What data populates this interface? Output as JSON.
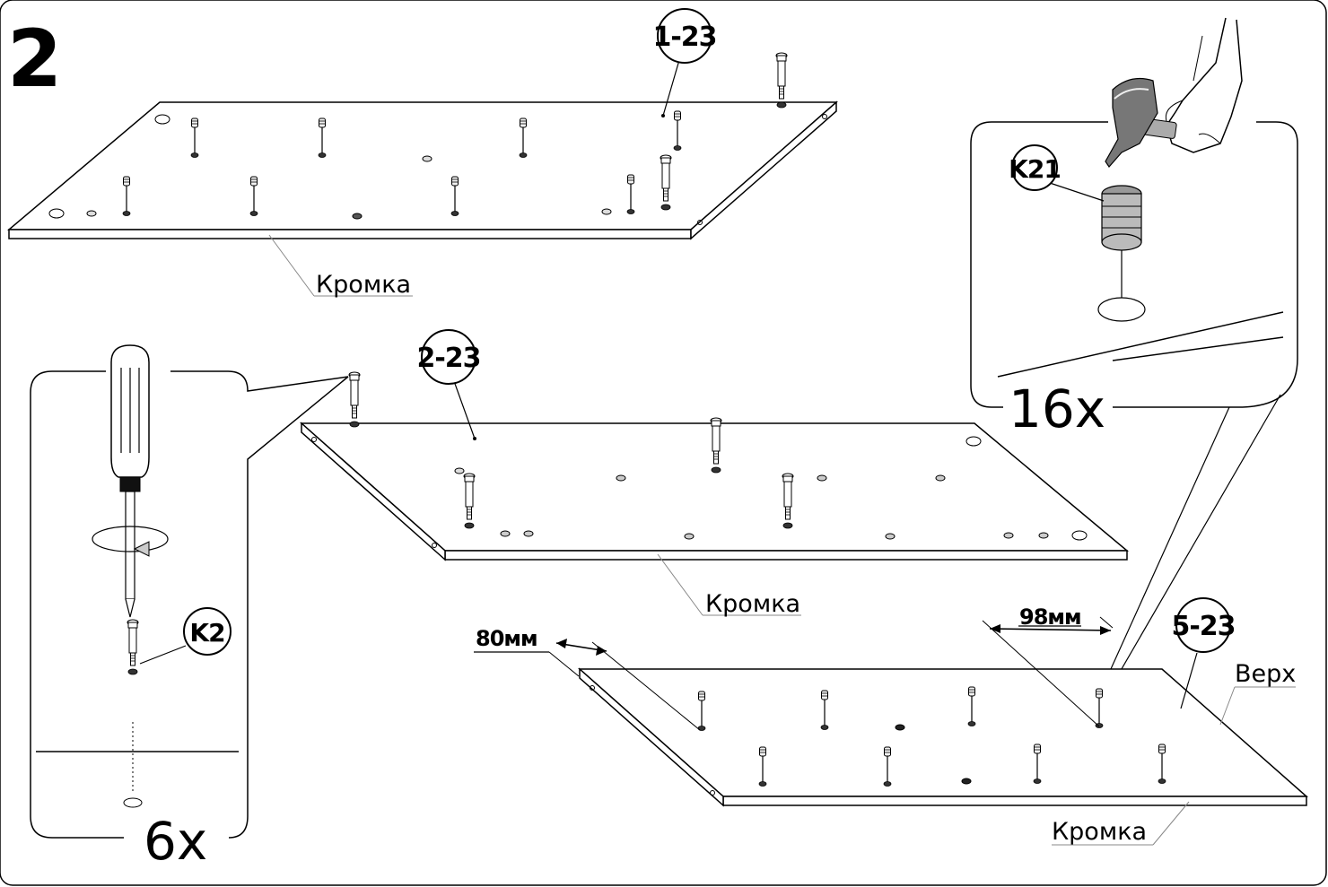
{
  "step_number": "2",
  "panels": [
    {
      "id": "1-23",
      "edge_label": "Кромка"
    },
    {
      "id": "2-23",
      "edge_label": "Кромка"
    },
    {
      "id": "5-23",
      "edge_label": "Кромка",
      "top_label": "Верх"
    }
  ],
  "parts": {
    "hammer_part": "K21",
    "screw_part": "K2"
  },
  "quantities": {
    "hammer_qty": "16x",
    "screw_qty": "6x"
  },
  "dimensions": {
    "edge_offset": "80мм",
    "pin_spacing": "98мм"
  }
}
